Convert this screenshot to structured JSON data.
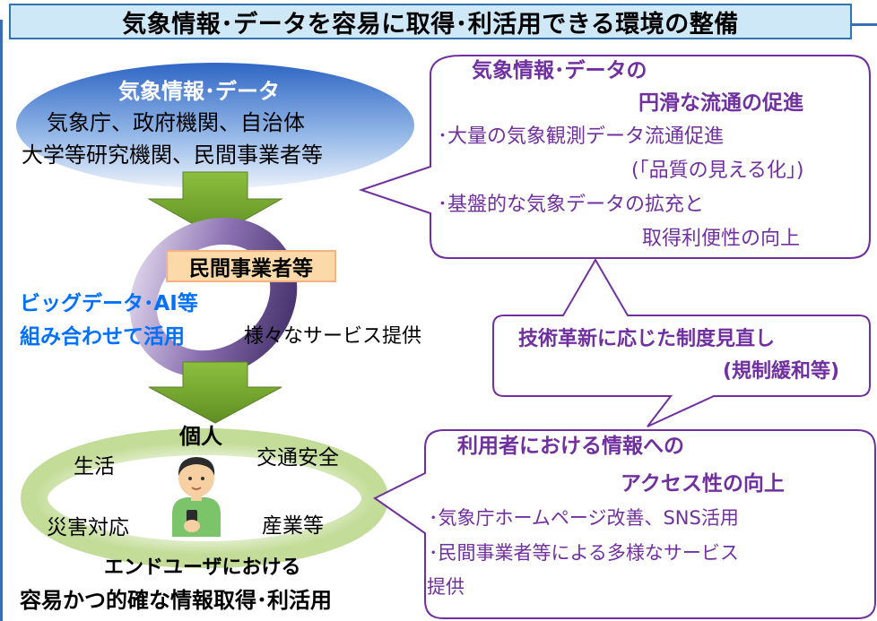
{
  "title": "気象情報･データを容易に取得･利活用できる環境の整備",
  "source_block": {
    "heading": "気象情報･データ",
    "line1": "気象庁、政府機関、自治体",
    "line2": "大学等研究機関、民間事業者等"
  },
  "business_block": {
    "label": "民間事業者等",
    "left_line1": "ビッグデータ･AI等",
    "left_line2": "組み合わせて活用",
    "right_text": "様々なサービス提供"
  },
  "user_block": {
    "heading": "個人",
    "item_life": "生活",
    "item_traffic": "交通安全",
    "item_disaster": "災害対応",
    "item_industry": "産業等",
    "bottom_line1": "エンドユーザにおける",
    "bottom_line2": "容易かつ的確な情報取得･利活用"
  },
  "callout_top": {
    "heading_line1": "気象情報･データの",
    "heading_line2": "円滑な流通の促進",
    "bullet1_line1": "･大量の気象観測データ流通促進",
    "bullet1_line2": "(｢品質の見える化｣)",
    "bullet2_line1": "･基盤的な気象データの拡充と",
    "bullet2_line2": "取得利便性の向上"
  },
  "callout_middle": {
    "line1": "技術革新に応じた制度見直し",
    "line2": "(規制緩和等)"
  },
  "callout_bottom": {
    "heading_line1": "利用者における情報への",
    "heading_line2": "アクセス性の向上",
    "bullet1": "･気象庁ホームページ改善、SNS活用",
    "bullet2_line1": "･民間事業者等による多様なサービス",
    "bullet2_line2": "提供"
  },
  "colors": {
    "title_bg": "#cfe8f7",
    "title_border": "#2e75b6",
    "callout_border": "#7030a0",
    "callout_text": "#7030a0",
    "arrow": "#92c050",
    "highlight_blue": "#0070ff",
    "label_bg": "#fbd9a8"
  }
}
